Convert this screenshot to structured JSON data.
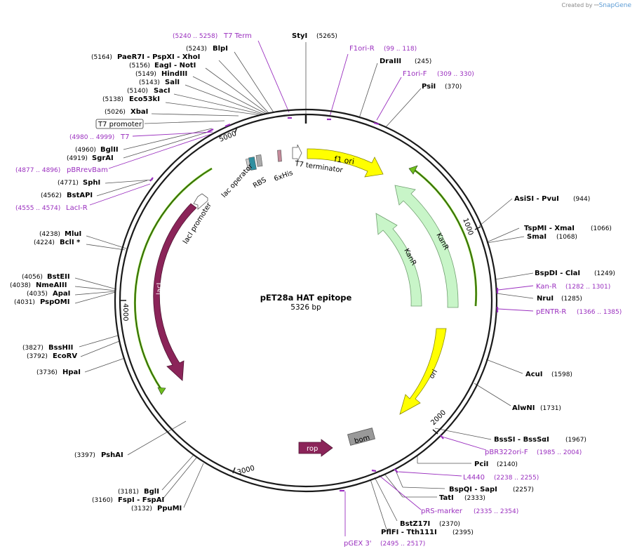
{
  "branding": {
    "created_by": "Created by",
    "name": "SnapGene"
  },
  "plasmid": {
    "name": "pET28a HAT epitope",
    "length_label": "5326 bp"
  },
  "backbone_ticks": [
    "1000",
    "2000",
    "3000",
    "4000",
    "5000"
  ],
  "features": {
    "f1_ori": "f1 ori",
    "kanr_outer": "KanR",
    "kanr_inner": "KanR",
    "ori": "ori",
    "laci": "lacI",
    "laci_promoter": "lacI promoter",
    "lac_operator": "lac operator",
    "rbs": "RBS",
    "his": "6xHis",
    "t7_terminator": "T7 terminator",
    "rop": "rop",
    "bom": "bom",
    "t7_promoter": "T7 promoter"
  },
  "sites": {
    "styI": {
      "name": "StyI",
      "pos": "(5265)"
    },
    "blpI": {
      "name": "BlpI",
      "pos": "(5243)"
    },
    "paer7i": {
      "name": "PaeR7I - PspXI - XhoI",
      "pos": "(5164)"
    },
    "eagi": {
      "name": "EagI - NotI",
      "pos": "(5156)"
    },
    "hindiii": {
      "name": "HindIII",
      "pos": "(5149)"
    },
    "sali": {
      "name": "SalI",
      "pos": "(5143)"
    },
    "saci": {
      "name": "SacI",
      "pos": "(5140)"
    },
    "eco53ki": {
      "name": "Eco53kI",
      "pos": "(5138)"
    },
    "xbai": {
      "name": "XbaI",
      "pos": "(5026)"
    },
    "bglii": {
      "name": "BglII",
      "pos": "(4960)"
    },
    "sgrai": {
      "name": "SgrAI",
      "pos": "(4919)"
    },
    "sphi": {
      "name": "SphI",
      "pos": "(4771)"
    },
    "bstapi": {
      "name": "BstAPI",
      "pos": "(4562)"
    },
    "mlui": {
      "name": "MluI",
      "pos": "(4238)"
    },
    "bcli": {
      "name": "BclI *",
      "pos": "(4224)"
    },
    "bsteii": {
      "name": "BstEII",
      "pos": "(4056)"
    },
    "nmeaiii": {
      "name": "NmeAIII",
      "pos": "(4038)"
    },
    "apai": {
      "name": "ApaI",
      "pos": "(4035)"
    },
    "pspomi": {
      "name": "PspOMI",
      "pos": "(4031)"
    },
    "bsshii": {
      "name": "BssHII",
      "pos": "(3827)"
    },
    "ecorv": {
      "name": "EcoRV",
      "pos": "(3792)"
    },
    "hpai": {
      "name": "HpaI",
      "pos": "(3736)"
    },
    "pshai": {
      "name": "PshAI",
      "pos": "(3397)"
    },
    "bgli": {
      "name": "BglI",
      "pos": "(3181)"
    },
    "fspi": {
      "name": "FspI - FspAI",
      "pos": "(3160)"
    },
    "ppumi": {
      "name": "PpuMI",
      "pos": "(3132)"
    },
    "draiii": {
      "name": "DraIII",
      "pos": "(245)"
    },
    "psii": {
      "name": "PsiI",
      "pos": "(370)"
    },
    "asisi": {
      "name": "AsiSI - PvuI",
      "pos": "(944)"
    },
    "tspmi": {
      "name": "TspMI - XmaI",
      "pos": "(1066)"
    },
    "smai": {
      "name": "SmaI",
      "pos": "(1068)"
    },
    "bspdi": {
      "name": "BspDI - ClaI",
      "pos": "(1249)"
    },
    "nrui": {
      "name": "NruI",
      "pos": "(1285)"
    },
    "acui": {
      "name": "AcuI",
      "pos": "(1598)"
    },
    "alwni": {
      "name": "AlwNI",
      "pos": "(1731)"
    },
    "bsssi": {
      "name": "BssSI - BssSαI",
      "pos": "(1967)"
    },
    "pcii": {
      "name": "PciI",
      "pos": "(2140)"
    },
    "bspqi": {
      "name": "BspQI - SapI",
      "pos": "(2257)"
    },
    "tati": {
      "name": "TatI",
      "pos": "(2333)"
    },
    "bstz17i": {
      "name": "BstZ17I",
      "pos": "(2370)"
    },
    "pflfi": {
      "name": "PflFI - Tth111I",
      "pos": "(2395)"
    }
  },
  "primers": {
    "t7term": {
      "name": "T7 Term",
      "range": "(5240 .. 5258)"
    },
    "t7": {
      "name": "T7",
      "range": "(4980 .. 4999)"
    },
    "pbrrevbam": {
      "name": "pBRrevBam",
      "range": "(4877 .. 4896)"
    },
    "lacir": {
      "name": "LacI-R",
      "range": "(4555 .. 4574)"
    },
    "f1orir": {
      "name": "F1ori-R",
      "range": "(99 .. 118)"
    },
    "f1orif": {
      "name": "F1ori-F",
      "range": "(309 .. 330)"
    },
    "kanr": {
      "name": "Kan-R",
      "range": "(1282 .. 1301)"
    },
    "pentrr": {
      "name": "pENTR-R",
      "range": "(1366 .. 1385)"
    },
    "pbr322": {
      "name": "pBR322ori-F",
      "range": "(1985 .. 2004)"
    },
    "l4440": {
      "name": "L4440",
      "range": "(2238 .. 2255)"
    },
    "prs": {
      "name": "pRS-marker",
      "range": "(2335 .. 2354)"
    },
    "pgex3": {
      "name": "pGEX 3'",
      "range": "(2495 .. 2517)"
    }
  },
  "colors": {
    "backbone": "#1a1a1a",
    "primer": "#9a2fbf",
    "f1_ori": "#ffff00",
    "ori": "#ffff00",
    "kanr": "#c8f5c8",
    "laci": "#8b2459",
    "rop": "#8b2459",
    "bom": "#999999",
    "orf_green": "#6fbf1e",
    "promoter": "#ffffff"
  }
}
